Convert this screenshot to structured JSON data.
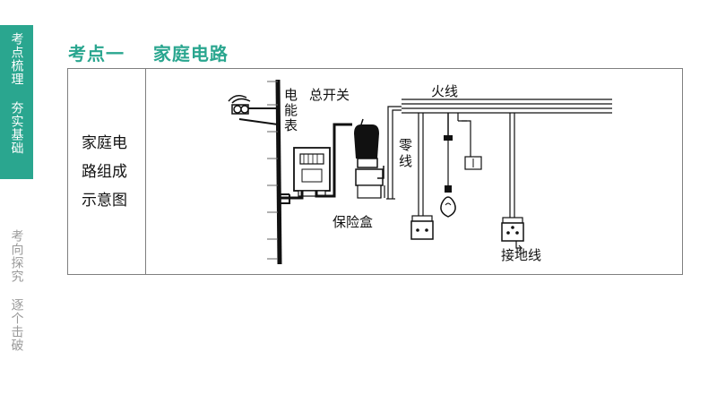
{
  "sidebar": {
    "active_tab": "考点梳理 夯实基础",
    "inactive_tab": "考向探究 逐个击破"
  },
  "title": "考点一    家庭电路",
  "table": {
    "row_label": "家庭电路组成示意图"
  },
  "diagram": {
    "labels": {
      "meter": "电能表",
      "main_switch": "总开关",
      "live_wire": "火线",
      "neutral_wire": "零线",
      "fuse_box": "保险盒",
      "ground_wire": "接地线"
    }
  },
  "colors": {
    "accent": "#2aa68f",
    "border": "#7f7f7f"
  }
}
